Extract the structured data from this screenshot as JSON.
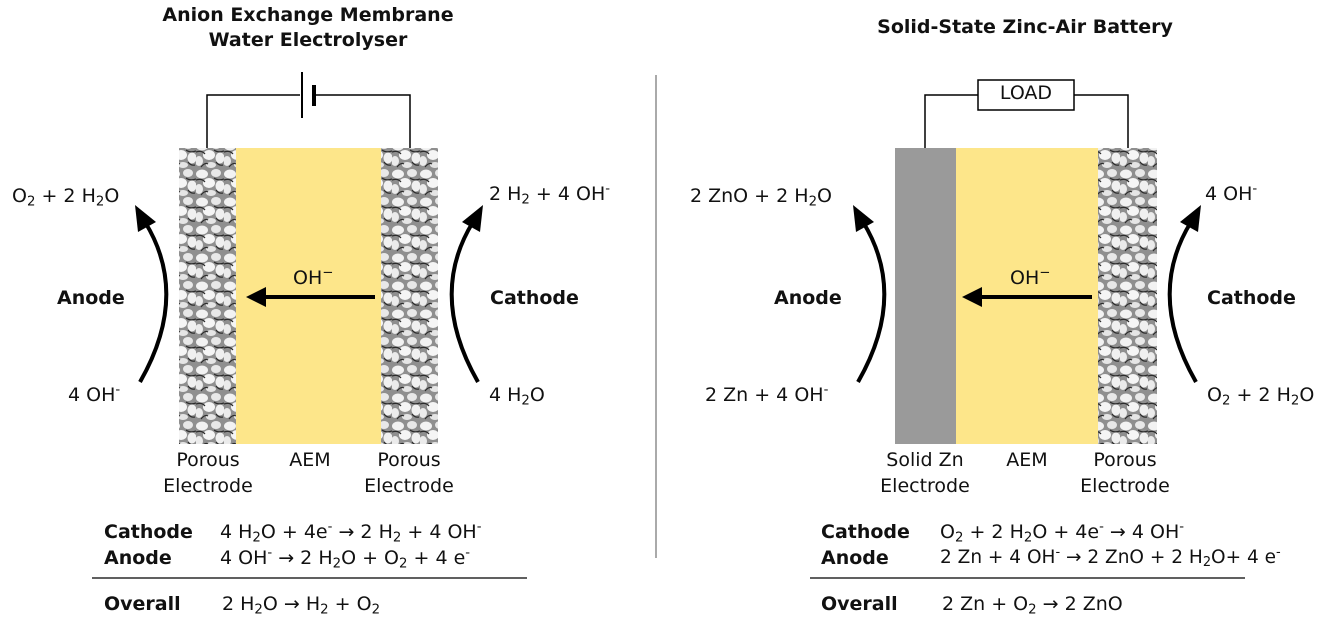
{
  "left": {
    "title_line1": "Anion Exchange Membrane",
    "title_line2": "Water Electrolyser",
    "anode_label": "Anode",
    "cathode_label": "Cathode",
    "ion_label": "OH",
    "ion_charge": "−",
    "anode_top": [
      "O",
      "2",
      " + 2 H",
      "2",
      "O"
    ],
    "anode_bottom": [
      "4 OH",
      "-"
    ],
    "cathode_top": [
      "2 H",
      "2",
      " + 4 OH",
      "-"
    ],
    "cathode_bottom": [
      "4 H",
      "2",
      "O"
    ],
    "left_electrode": [
      "Porous",
      "Electrode"
    ],
    "membrane": "AEM",
    "right_electrode": [
      "Porous",
      "Electrode"
    ],
    "eq_cathode_key": "Cathode",
    "eq_anode_key": "Anode",
    "eq_overall_key": "Overall",
    "eq_cathode": "4 H<sub>2</sub>O + 4e<sup>-</sup> → 2 H<sub>2</sub> + 4 OH<sup>-</sup>",
    "eq_anode": "4 OH<sup>-</sup> → 2 H<sub>2</sub>O + O<sub>2</sub> + 4 e<sup>-</sup>",
    "eq_overall": "2 H<sub>2</sub>O → H<sub>2</sub> + O<sub>2</sub>"
  },
  "right": {
    "title": "Solid-State Zinc-Air Battery",
    "load_label": "LOAD",
    "anode_label": "Anode",
    "cathode_label": "Cathode",
    "ion_label": "OH",
    "ion_charge": "−",
    "left_electrode": [
      "Solid Zn",
      "Electrode"
    ],
    "membrane": "AEM",
    "right_electrode": [
      "Porous",
      "Electrode"
    ],
    "eq_cathode_key": "Cathode",
    "eq_anode_key": "Anode",
    "eq_overall_key": "Overall",
    "eq_cathode": "O<sub>2</sub> + 2 H<sub>2</sub>O + 4e<sup>-</sup> → 4 OH<sup>-</sup>",
    "eq_anode": "2 Zn + 4 OH<sup>-</sup> → 2 ZnO + 2 H<sub>2</sub>O+ 4 e<sup>-</sup>",
    "eq_overall": "2 Zn + O<sub>2</sub> → 2 ZnO",
    "anode_top_html": "2 ZnO + 2 H<sub>2</sub>O",
    "anode_bottom_html": "2 Zn + 4 OH<sup>-</sup>",
    "cathode_top_html": "4 OH<sup>-</sup>",
    "cathode_bottom_html": "O<sub>2</sub> + 2 H<sub>2</sub>O"
  },
  "colors": {
    "membrane": "#fde68a",
    "zinc": "#9a9a9a",
    "porous_bg": "#a6a6a6",
    "ink": "#111111"
  }
}
